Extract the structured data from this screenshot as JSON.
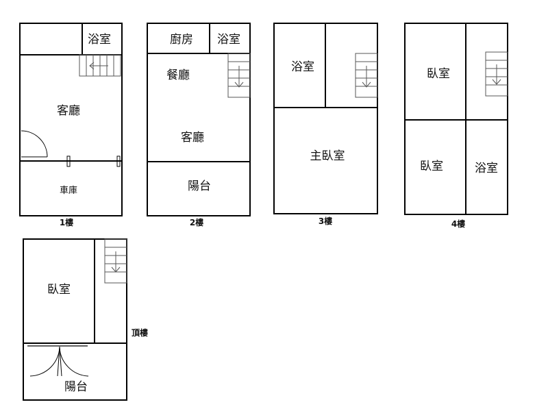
{
  "floors": [
    {
      "label": "1樓",
      "rooms": {
        "bath": "浴室",
        "living": "客廳",
        "garage": "車庫"
      }
    },
    {
      "label": "2樓",
      "rooms": {
        "kitchen": "廚房",
        "bath": "浴室",
        "dining": "餐廳",
        "living": "客廳",
        "balcony": "陽台"
      }
    },
    {
      "label": "3樓",
      "rooms": {
        "bath": "浴室",
        "master_bedroom": "主臥室"
      }
    },
    {
      "label": "4樓",
      "rooms": {
        "bedroom_top": "臥室",
        "bedroom_bottom": "臥室",
        "bath": "浴室"
      }
    },
    {
      "label": "頂樓",
      "rooms": {
        "bedroom": "臥室",
        "balcony": "陽台"
      }
    }
  ]
}
